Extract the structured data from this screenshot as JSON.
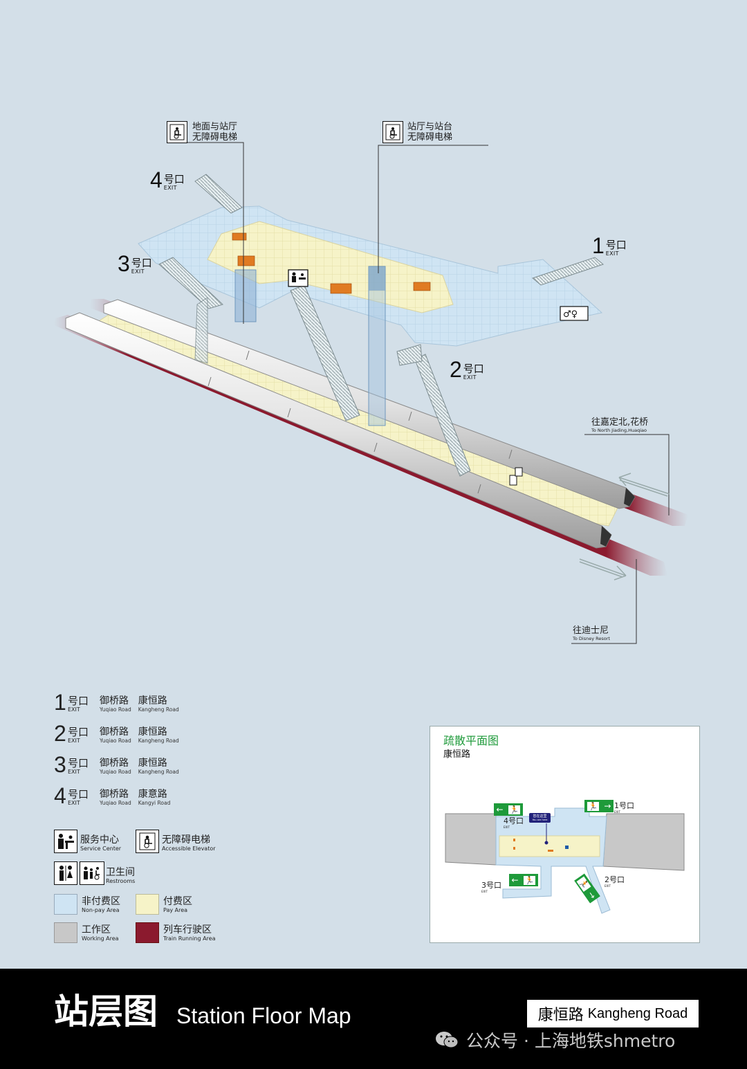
{
  "callouts": {
    "elevator_ground": {
      "line1": "地面与站厅",
      "line2": "无障碍电梯"
    },
    "elevator_platform": {
      "line1": "站厅与站台",
      "line2": "无障碍电梯"
    }
  },
  "exits": [
    {
      "num": "1",
      "cn": "号口",
      "en": "EXIT"
    },
    {
      "num": "2",
      "cn": "号口",
      "en": "EXIT"
    },
    {
      "num": "3",
      "cn": "号口",
      "en": "EXIT"
    },
    {
      "num": "4",
      "cn": "号口",
      "en": "EXIT"
    }
  ],
  "directions": {
    "north": {
      "cn": "往嘉定北,花桥",
      "en": "To North Jiading,Huaqiao"
    },
    "south": {
      "cn": "往迪士尼",
      "en": "To Disney Resort"
    }
  },
  "exit_legend": [
    {
      "num": "1",
      "cn": "号口",
      "en": "EXIT",
      "road1_cn": "御桥路",
      "road1_en": "Yuqiao Road",
      "road2_cn": "康恒路",
      "road2_en": "Kangheng Road"
    },
    {
      "num": "2",
      "cn": "号口",
      "en": "EXIT",
      "road1_cn": "御桥路",
      "road1_en": "Yuqiao Road",
      "road2_cn": "康恒路",
      "road2_en": "Kangheng Road"
    },
    {
      "num": "3",
      "cn": "号口",
      "en": "EXIT",
      "road1_cn": "御桥路",
      "road1_en": "Yuqiao Road",
      "road2_cn": "康恒路",
      "road2_en": "Kangheng Road"
    },
    {
      "num": "4",
      "cn": "号口",
      "en": "EXIT",
      "road1_cn": "御桥路",
      "road1_en": "Yuqiao Road",
      "road2_cn": "康意路",
      "road2_en": "Kangyi Road"
    }
  ],
  "facility_legend": {
    "service": {
      "cn": "服务中心",
      "en": "Service Center"
    },
    "elevator": {
      "cn": "无障碍电梯",
      "en": "Accessible Elevator"
    },
    "restroom": {
      "cn": "卫生间",
      "en": "Restrooms"
    }
  },
  "area_legend": [
    {
      "cn": "非付费区",
      "en": "Non-pay Area",
      "color": "#cfe4f3"
    },
    {
      "cn": "付费区",
      "en": "Pay Area",
      "color": "#f6f3c8"
    },
    {
      "cn": "工作区",
      "en": "Working Area",
      "color": "#c8c8c8"
    },
    {
      "cn": "列车行驶区",
      "en": "Train Running Area",
      "color": "#8b1a2e"
    }
  ],
  "evacuation": {
    "title": "疏散平面图",
    "station": "康恒路",
    "you_are_here_cn": "您在这里",
    "you_are_here_en": "You are here",
    "exit_labels": [
      "1号口",
      "2号口",
      "3号口",
      "4号口"
    ],
    "exit_en": "EXIT"
  },
  "footer": {
    "title_cn": "站层图",
    "title_en": "Station Floor Map",
    "station_cn": "康恒路",
    "station_en": "Kangheng Road",
    "watermark": "公众号 · 上海地铁shmetro"
  },
  "colors": {
    "background": "#d3dfe8",
    "non_pay": "#cfe4f3",
    "pay": "#f6f3c8",
    "working": "#c8c8c8",
    "track": "#8b1a2e",
    "exit_green": "#1e9a3a"
  }
}
